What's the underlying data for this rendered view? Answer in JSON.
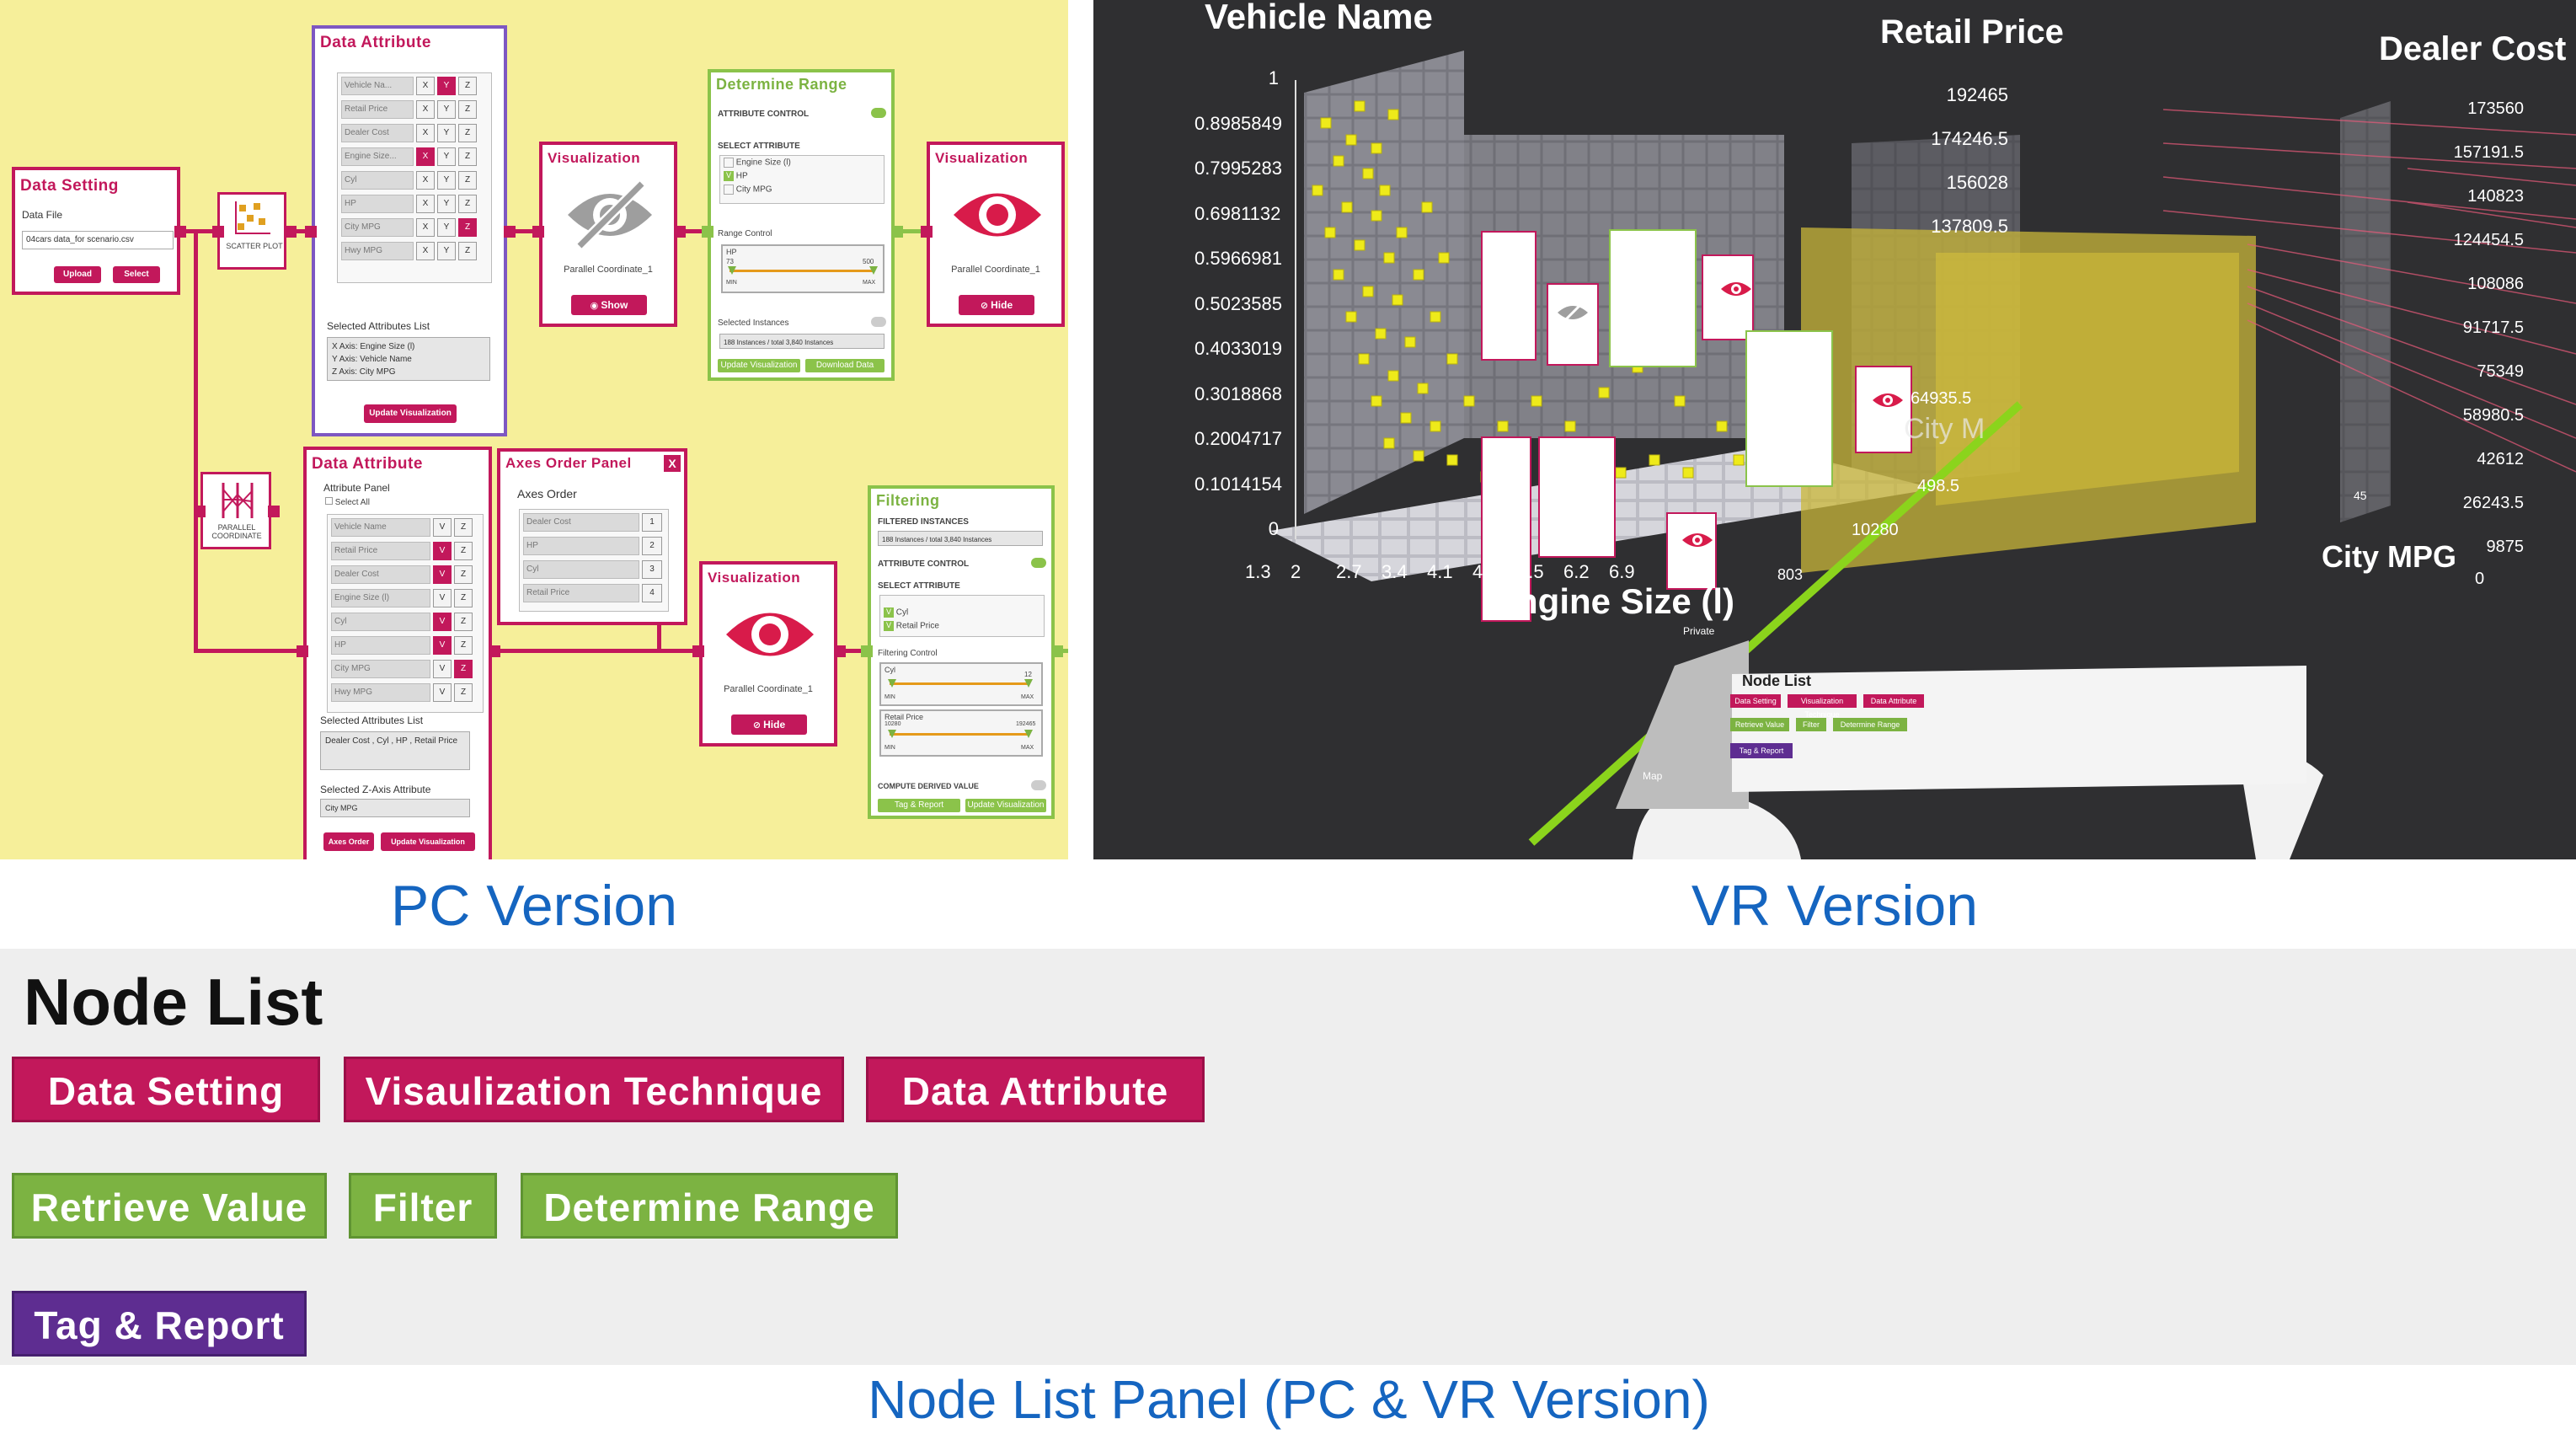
{
  "pc": {
    "caption": "PC Version",
    "data_setting": {
      "title": "Data Setting",
      "data_file_label": "Data File",
      "file_value": "04cars data_for scenario.csv",
      "upload": "Upload",
      "select": "Select"
    },
    "scatter_plot_label": "SCATTER PLOT",
    "parallel_coordinate_label": "PARALLEL COORDINATE",
    "data_attribute_top": {
      "title": "Data Attribute",
      "rows": [
        {
          "name": "Vehicle Na...",
          "cells": [
            "X",
            "Y",
            "Z"
          ],
          "on": 1
        },
        {
          "name": "Retail Price",
          "cells": [
            "X",
            "Y",
            "Z"
          ],
          "on": -1
        },
        {
          "name": "Dealer Cost",
          "cells": [
            "X",
            "Y",
            "Z"
          ],
          "on": -1
        },
        {
          "name": "Engine Size...",
          "cells": [
            "X",
            "Y",
            "Z"
          ],
          "on": 0
        },
        {
          "name": "Cyl",
          "cells": [
            "X",
            "Y",
            "Z"
          ],
          "on": -1
        },
        {
          "name": "HP",
          "cells": [
            "X",
            "Y",
            "Z"
          ],
          "on": -1
        },
        {
          "name": "City MPG",
          "cells": [
            "X",
            "Y",
            "Z"
          ],
          "on": 2
        },
        {
          "name": "Hwy MPG",
          "cells": [
            "X",
            "Y",
            "Z"
          ],
          "on": -1
        }
      ],
      "selected_label": "Selected Attributes List",
      "selected_lines": [
        "X Axis: Engine Size (l)",
        "Y Axis: Vehicle Name",
        "Z Axis: City MPG"
      ],
      "update": "Update Visualization"
    },
    "vis_top": {
      "title": "Visualization",
      "subtitle": "Parallel Coordinate_1",
      "button": "Show"
    },
    "determine_range": {
      "title": "Determine Range",
      "attribute_control": "ATTRIBUTE CONTROL",
      "select_attribute": "SELECT ATTRIBUTE",
      "options": [
        "Engine Size (l)",
        "HP",
        "City MPG"
      ],
      "range_control": "Range Control",
      "slider_label": "HP",
      "slider_min_val": "73",
      "slider_max_val": "500",
      "min": "MIN",
      "max": "MAX",
      "selected_instances": "Selected Instances",
      "instances_text": "188 Instances / total 3,840 Instances",
      "update": "Update Visualization",
      "download": "Download Data"
    },
    "vis_right": {
      "title": "Visualization",
      "subtitle": "Parallel Coordinate_1",
      "button": "Hide"
    },
    "data_attribute_bottom": {
      "title": "Data Attribute",
      "panel_label": "Attribute Panel",
      "select_all": "Select All",
      "rows": [
        {
          "name": "Vehicle Name",
          "cells": [
            "V",
            "Z"
          ],
          "on": -1
        },
        {
          "name": "Retail Price",
          "cells": [
            "V",
            "Z"
          ],
          "on": 0
        },
        {
          "name": "Dealer Cost",
          "cells": [
            "V",
            "Z"
          ],
          "on": 0
        },
        {
          "name": "Engine Size (l)",
          "cells": [
            "V",
            "Z"
          ],
          "on": -1
        },
        {
          "name": "Cyl",
          "cells": [
            "V",
            "Z"
          ],
          "on": 0
        },
        {
          "name": "HP",
          "cells": [
            "V",
            "Z"
          ],
          "on": 0
        },
        {
          "name": "City MPG",
          "cells": [
            "V",
            "Z"
          ],
          "on": 1
        },
        {
          "name": "Hwy MPG",
          "cells": [
            "V",
            "Z"
          ],
          "on": -1
        }
      ],
      "selected_label": "Selected Attributes List",
      "selected_text": "Dealer Cost , Cyl , HP , Retail Price",
      "z_label": "Selected Z-Axis Attribute",
      "z_value": "City MPG",
      "axes_order": "Axes Order",
      "update": "Update Visualization"
    },
    "axes_order_panel": {
      "title": "Axes Order Panel",
      "close": "X",
      "label": "Axes Order",
      "rows": [
        {
          "name": "Dealer Cost",
          "n": "1"
        },
        {
          "name": "HP",
          "n": "2"
        },
        {
          "name": "Cyl",
          "n": "3"
        },
        {
          "name": "Retail Price",
          "n": "4"
        }
      ]
    },
    "vis_bottom": {
      "title": "Visualization",
      "subtitle": "Parallel Coordinate_1",
      "button": "Hide"
    },
    "filtering": {
      "title": "Filtering",
      "filtered_instances": "FILTERED INSTANCES",
      "instances_text": "188 Instances / total 3,840 Instances",
      "attribute_control": "ATTRIBUTE CONTROL",
      "select_attribute": "SELECT ATTRIBUTE",
      "options": [
        "Cyl",
        "Retail Price"
      ],
      "filtering_control": "Filtering Control",
      "slider1_label": "Cyl",
      "slider1_max": "12",
      "slider2_label": "Retail Price",
      "slider2_min_val": "10280",
      "slider2_max_val": "192465",
      "min": "MIN",
      "max": "MAX",
      "compute": "COMPUTE DERIVED VALUE",
      "tag_report": "Tag & Report",
      "update": "Update Visualization"
    }
  },
  "vr": {
    "caption": "VR Version",
    "axis_titles": {
      "vehicle_name": "Vehicle Name",
      "retail_price": "Retail Price",
      "dealer_cost": "Dealer Cost",
      "engine_size": "Engine Size (l)",
      "city_mpg": "City MPG"
    },
    "y_ticks": [
      "1",
      "0.8985849",
      "0.7995283",
      "0.6981132",
      "0.5966981",
      "0.5023585",
      "0.4033019",
      "0.3018868",
      "0.2004717",
      "0.1014154",
      "0"
    ],
    "x_ticks": [
      "1.3",
      "2",
      "2.7",
      "3.4",
      "4.1",
      "4.8",
      "5.5",
      "6.2",
      "6.9"
    ],
    "retail_ticks": [
      "192465",
      "174246.5",
      "156028",
      "137809.5"
    ],
    "dealer_ticks": [
      "173560",
      "157191.5",
      "140823",
      "124454.5",
      "108086",
      "91717.5",
      "75349",
      "58980.5",
      "42612",
      "26243.5",
      "9875"
    ],
    "dealer_zero": "0",
    "misc_labels": {
      "city_m_ghost": "City M",
      "value_64935": "64935.5",
      "value_4985": "498.5",
      "value_10280": "10280",
      "value_803": "803",
      "value_45": "45"
    },
    "node_list_title": "Node List",
    "node_list_buttons": [
      "Data Setting",
      "Visualization Technique",
      "Data Attribute",
      "Retrieve Value",
      "Filter",
      "Determine Range",
      "Tag & Report"
    ],
    "side_panel_labels": [
      "Private",
      "Map"
    ]
  },
  "node_list_panel": {
    "title": "Node List",
    "row1": [
      "Data Setting",
      "Visaulization Technique",
      "Data Attribute"
    ],
    "row2": [
      "Retrieve Value",
      "Filter",
      "Determine Range"
    ],
    "row3": [
      "Tag & Report"
    ],
    "caption": "Node List Panel (PC & VR Version)"
  },
  "colors": {
    "pink": "#c2185b",
    "green": "#7cb342",
    "purple": "#5e2d91",
    "caption_blue": "#1565c0",
    "pc_background": "#f6ef9a"
  }
}
